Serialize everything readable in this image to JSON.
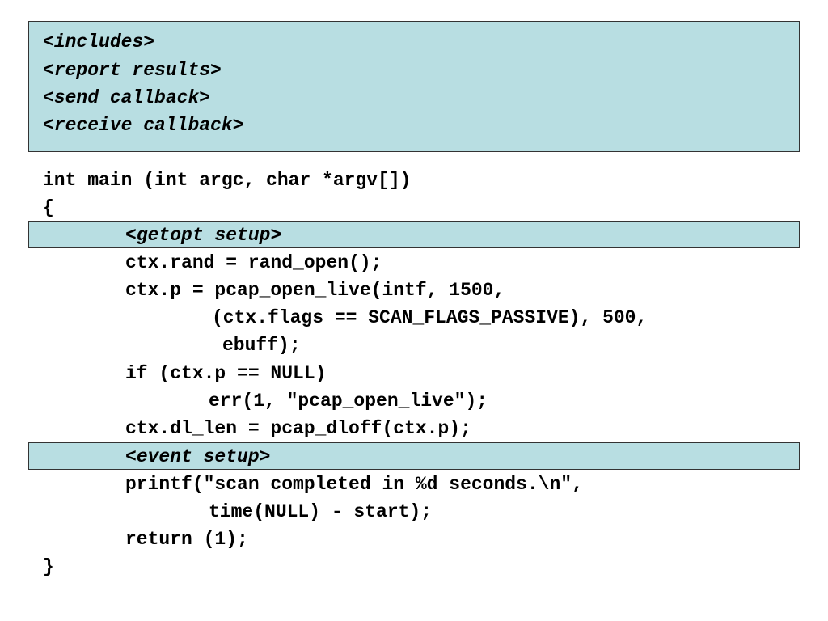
{
  "header_box": {
    "lines": [
      {
        "open": "<",
        "name": "includes",
        "close": ">"
      },
      {
        "open": "<",
        "name": "report results",
        "close": ">"
      },
      {
        "open": "<",
        "name": "send callback",
        "close": ">"
      },
      {
        "open": "<",
        "name": "receive callback",
        "close": ">"
      }
    ]
  },
  "code": {
    "signature": "int main (int argc, char *argv[])",
    "open_brace": "{",
    "getopt_placeholder": {
      "open": "<",
      "name": "getopt setup",
      "close": ">"
    },
    "rand_line": "ctx.rand = rand_open();",
    "pcap_line1": "ctx.p = pcap_open_live(intf, 1500,",
    "pcap_line2": "(ctx.flags == SCAN_FLAGS_PASSIVE), 500,",
    "pcap_line3": "ebuff);",
    "if_line": "if (ctx.p == NULL)",
    "err_line": "err(1, \"pcap_open_live\");",
    "dl_len_line": "ctx.dl_len = pcap_dloff(ctx.p);",
    "event_placeholder": {
      "open": "<",
      "name": "event setup",
      "close": ">"
    },
    "printf_line1": "printf(\"scan completed in %d seconds.\\n\",",
    "printf_line2": "time(NULL) - start);",
    "return_line": "return (1);",
    "close_brace": "}"
  },
  "colors": {
    "highlight_fill": "#b8dee2",
    "highlight_border": "#333333",
    "text": "#000000",
    "background": "#ffffff"
  }
}
